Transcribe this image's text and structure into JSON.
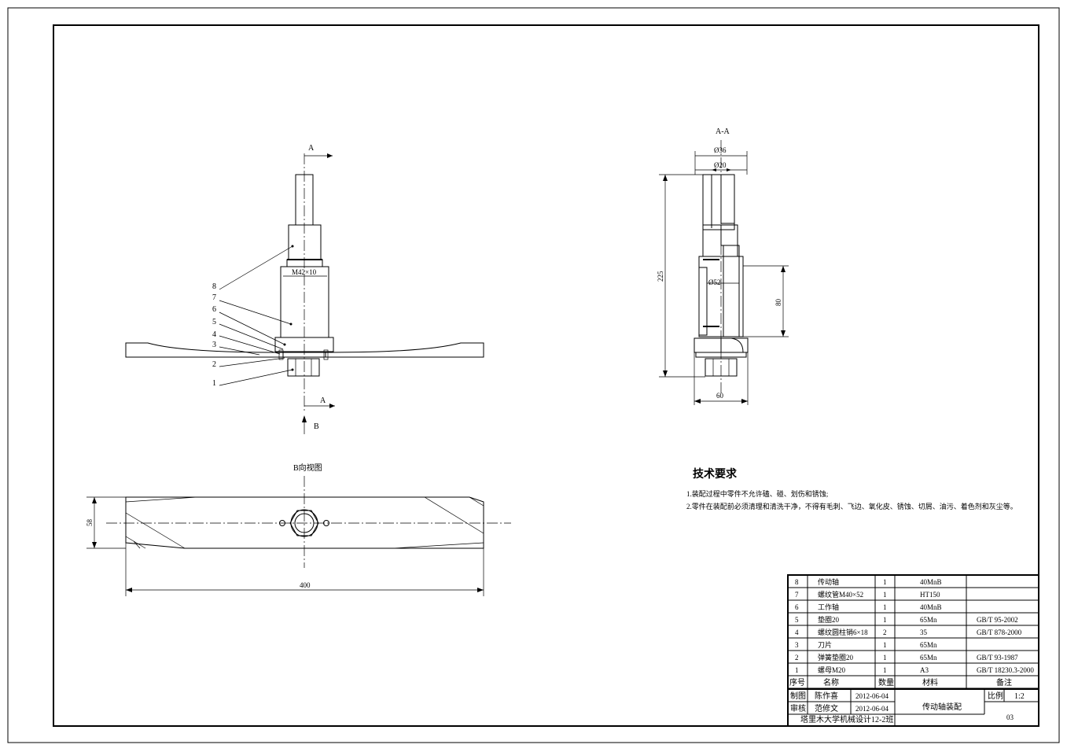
{
  "section_label": "A-A",
  "cut_labels": {
    "top": "A",
    "bottom": "A",
    "view": "B"
  },
  "b_view_title": "B向视图",
  "front_callouts": [
    "8",
    "7",
    "6",
    "5",
    "4",
    "3",
    "2",
    "1"
  ],
  "dimensions": {
    "thread": "M42×10",
    "d36": "Ø36",
    "d20": "Ø20",
    "d52": "Ø52",
    "h225": "225",
    "h80": "80",
    "w60": "60",
    "w58": "58",
    "l400": "400"
  },
  "tech": {
    "title": "技术要求",
    "items": [
      "1.装配过程中零件不允许磕、碰、划伤和锈蚀;",
      "2.零件在装配前必须清理和清洗干净，不得有毛刺、飞边、氧化皮、锈蚀、切屑、油污、着色剂和灰尘等。"
    ]
  },
  "bom": {
    "rows": [
      {
        "no": "8",
        "name": "传动轴",
        "qty": "1",
        "material": "40MnB",
        "note": ""
      },
      {
        "no": "7",
        "name": "螺纹管M40×52",
        "qty": "1",
        "material": "HT150",
        "note": ""
      },
      {
        "no": "6",
        "name": "工作轴",
        "qty": "1",
        "material": "40MnB",
        "note": ""
      },
      {
        "no": "5",
        "name": "垫圈20",
        "qty": "1",
        "material": "65Mn",
        "note": "GB/T 95-2002"
      },
      {
        "no": "4",
        "name": "螺纹圆柱销6×18",
        "qty": "2",
        "material": "35",
        "note": "GB/T 878-2000"
      },
      {
        "no": "3",
        "name": "刀片",
        "qty": "1",
        "material": "65Mn",
        "note": ""
      },
      {
        "no": "2",
        "name": "弹簧垫圈20",
        "qty": "1",
        "material": "65Mn",
        "note": "GB/T 93-1987"
      },
      {
        "no": "1",
        "name": "螺母M20",
        "qty": "1",
        "material": "A3",
        "note": "GB/T 18230.3-2000"
      }
    ],
    "header": {
      "no": "序号",
      "name": "名称",
      "qty": "数量",
      "material": "材料",
      "note": "备注"
    }
  },
  "titleblock": {
    "drawn_label": "制图",
    "drawn_by": "陈作喜",
    "drawn_date": "2012-06-04",
    "check_label": "审核",
    "check_by": "范修文",
    "check_date": "2012-06-04",
    "school": "塔里木大学机械设计12-2班",
    "drawing_name": "传动轴装配",
    "scale_label": "比例",
    "scale": "1:2",
    "number": "03"
  }
}
